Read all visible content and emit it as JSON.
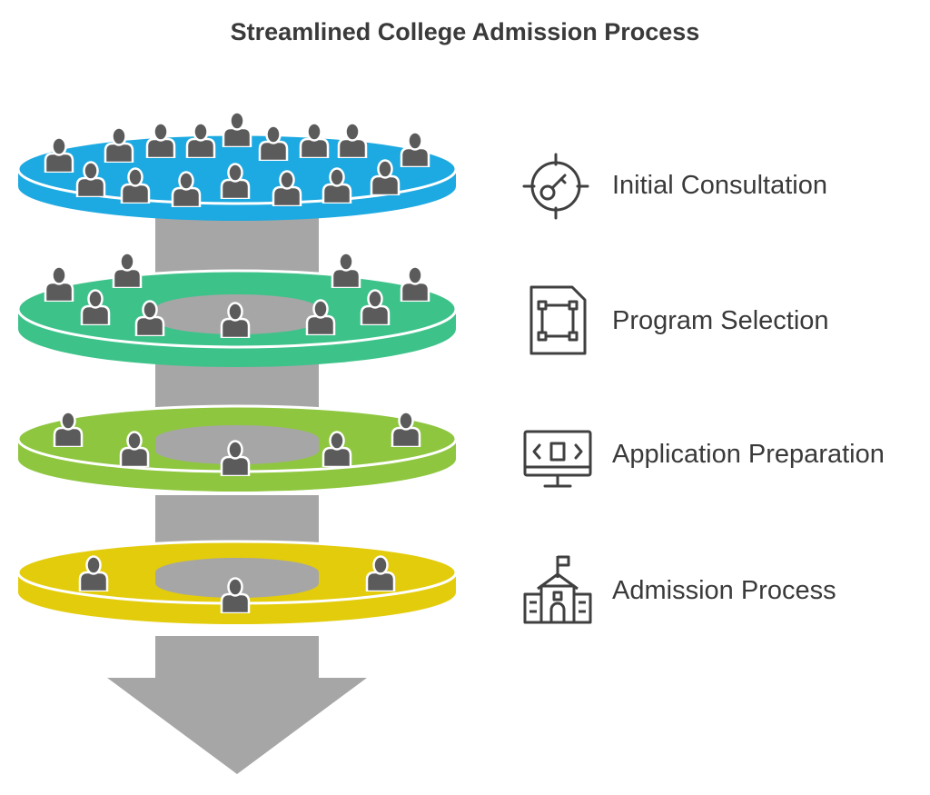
{
  "title": "Streamlined College Admission Process",
  "colors": {
    "stage1": "#1da9e1",
    "stage2": "#3dc28a",
    "stage3": "#8ec63f",
    "stage4": "#e3cc0c",
    "column": "#a6a6a6",
    "person": "#5b5b5b",
    "icon": "#404040",
    "text": "#3a3a3a"
  },
  "stages": [
    {
      "label": "Initial Consultation",
      "icon": "target-key-icon"
    },
    {
      "label": "Program Selection",
      "icon": "document-selection-icon"
    },
    {
      "label": "Application Preparation",
      "icon": "monitor-code-icon"
    },
    {
      "label": "Admission Process",
      "icon": "school-building-icon"
    }
  ]
}
